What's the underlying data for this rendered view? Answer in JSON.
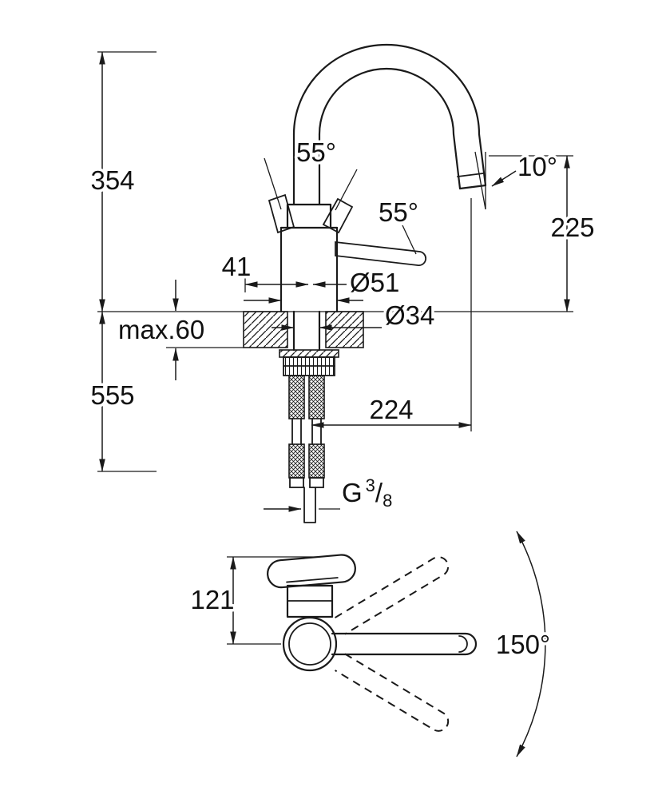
{
  "diagram": {
    "labels": {
      "height_above": "354",
      "handle_angle_top": "55°",
      "handle_angle_side": "55°",
      "spout_angle": "10°",
      "spout_height": "225",
      "offset_41": "41",
      "body_diameter": "Ø51",
      "shank_diameter": "Ø34",
      "max_counter": "max.60",
      "height_below": "555",
      "spout_reach": "224",
      "handle_height": "121",
      "swivel_angle": "150°",
      "thread": {
        "prefix": "G",
        "numerator": "3",
        "slash": "/",
        "denominator": "8"
      }
    },
    "line_color": "#1a1a1a"
  }
}
